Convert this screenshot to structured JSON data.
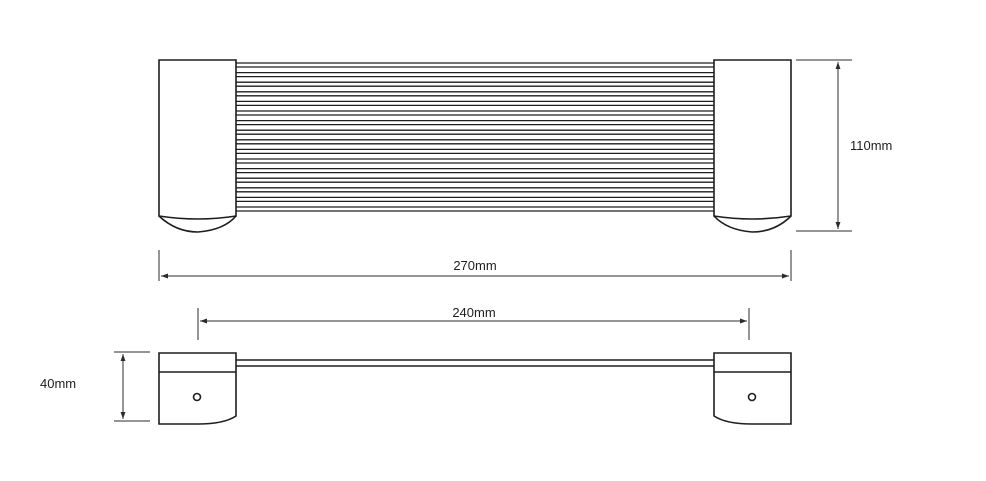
{
  "dimensions": {
    "height_top": "110mm",
    "overall_width": "270mm",
    "center_width": "240mm",
    "depth_side": "40mm"
  },
  "colors": {
    "line": "#1e1e1e",
    "dimension_line": "#2b2b2b"
  }
}
